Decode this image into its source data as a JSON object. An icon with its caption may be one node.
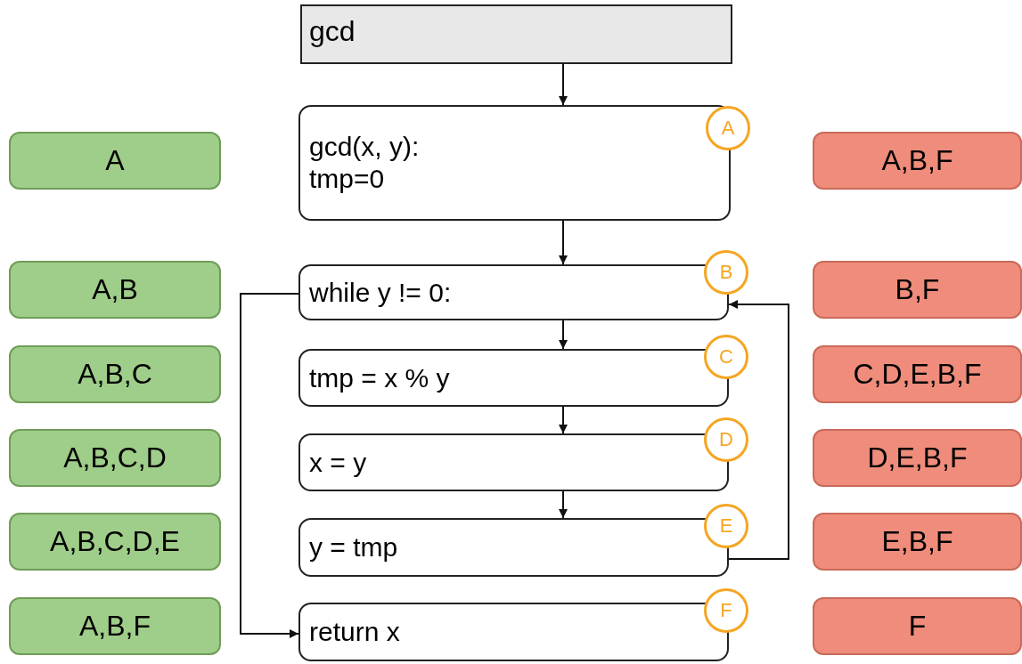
{
  "diagram": {
    "nodes": [
      {
        "text": [
          "gcd"
        ]
      },
      {
        "text": [
          "A"
        ]
      },
      {
        "text": [
          "gcd(x, y):",
          "tmp=0"
        ]
      },
      {
        "text": [
          "A"
        ]
      },
      {
        "text": [
          "A,B,F"
        ]
      },
      {
        "text": [
          "A,B"
        ]
      },
      {
        "text": [
          "while y != 0:"
        ]
      },
      {
        "text": [
          "B"
        ]
      },
      {
        "text": [
          "B,F"
        ]
      },
      {
        "text": [
          "A,B,C"
        ]
      },
      {
        "text": [
          "tmp = x % y"
        ]
      },
      {
        "text": [
          "C"
        ]
      },
      {
        "text": [
          "C,D,E,B,F"
        ]
      },
      {
        "text": [
          "A,B,C,D"
        ]
      },
      {
        "text": [
          "x = y"
        ]
      },
      {
        "text": [
          "D"
        ]
      },
      {
        "text": [
          "D,E,B,F"
        ]
      },
      {
        "text": [
          "A,B,C,D,E"
        ]
      },
      {
        "text": [
          "y = tmp"
        ]
      },
      {
        "text": [
          "E"
        ]
      },
      {
        "text": [
          "E,B,F"
        ]
      },
      {
        "text": [
          "A,B,F"
        ]
      },
      {
        "text": [
          "return x"
        ]
      },
      {
        "text": [
          "F"
        ]
      },
      {
        "text": [
          "F"
        ]
      }
    ],
    "edges": [
      {
        "from": 0,
        "to": 2,
        "arrow": "to"
      },
      {
        "from": 2,
        "to": 6,
        "arrow": "to"
      },
      {
        "from": 6,
        "to": 10,
        "arrow": "to"
      },
      {
        "from": 10,
        "to": 14,
        "arrow": "to"
      },
      {
        "from": 14,
        "to": 18,
        "arrow": "to"
      },
      {
        "from": 18,
        "to": 6,
        "arrow": "to"
      },
      {
        "from": 6,
        "to": 22,
        "arrow": "to"
      }
    ]
  }
}
